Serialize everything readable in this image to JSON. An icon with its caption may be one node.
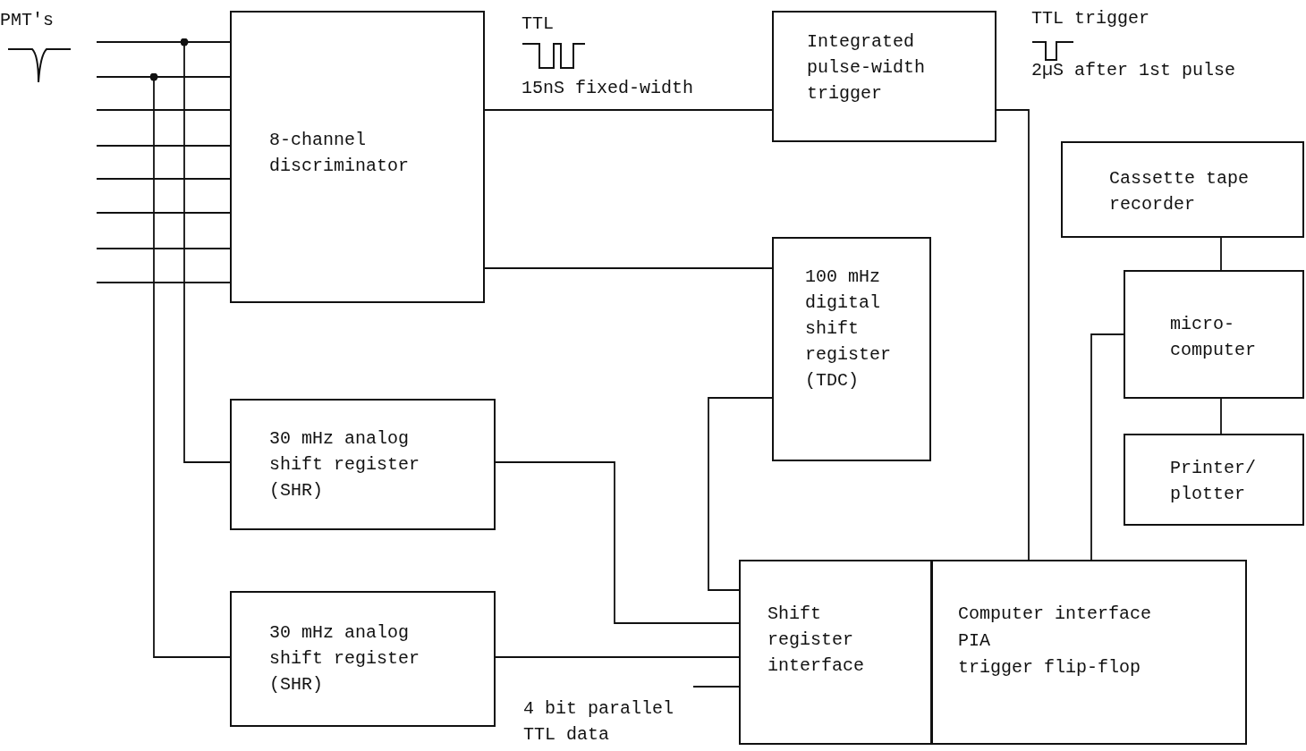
{
  "diagram": {
    "nodes": [
      {
        "text": [
          "8-channel discriminator"
        ]
      },
      {
        "text": [
          "Integrated pulse-width trigger"
        ]
      },
      {
        "text": [
          "Cassette tape recorder"
        ]
      },
      {
        "text": [
          "100 mHz digital shift register (TDC)"
        ]
      },
      {
        "text": [
          "micro- computer"
        ]
      },
      {
        "text": [
          "30 mHz analog shift register (SHR)"
        ]
      },
      {
        "text": [
          "Printer/ plotter"
        ]
      },
      {
        "text": [
          "Shift register interface"
        ]
      },
      {
        "text": [
          "Computer interface",
          "PIA",
          "trigger flip-flop"
        ]
      },
      {
        "text": [
          "30 mHz analog shift register (SHR)"
        ]
      }
    ],
    "edges": [
      {
        "from": null,
        "to": 0,
        "arrow": "none"
      },
      {
        "from": null,
        "to": 0,
        "arrow": "none"
      },
      {
        "from": null,
        "to": 0,
        "arrow": "none"
      },
      {
        "from": null,
        "to": 0,
        "arrow": "none"
      },
      {
        "from": null,
        "to": 0,
        "arrow": "none"
      },
      {
        "from": null,
        "to": 0,
        "arrow": "none"
      },
      {
        "from": null,
        "to": 0,
        "arrow": "none"
      },
      {
        "from": null,
        "to": 0,
        "arrow": "none"
      },
      {
        "from": null,
        "to": 5,
        "arrow": "other"
      },
      {
        "from": null,
        "to": 9,
        "arrow": "other"
      },
      {
        "from": 0,
        "to": 1,
        "arrow": "none"
      },
      {
        "from": 0,
        "to": 3,
        "arrow": "none"
      },
      {
        "from": 1,
        "to": 8,
        "arrow": "none"
      },
      {
        "from": 2,
        "to": 4,
        "arrow": "none"
      },
      {
        "from": 4,
        "to": 6,
        "arrow": "none"
      },
      {
        "from": 4,
        "to": 8,
        "arrow": "none"
      },
      {
        "from": 3,
        "to": 7,
        "arrow": "none"
      },
      {
        "from": 5,
        "to": 7,
        "arrow": "none"
      },
      {
        "from": 9,
        "to": 7,
        "arrow": "none"
      },
      {
        "from": null,
        "to": 7,
        "arrow": "none"
      }
    ],
    "labels": [
      "PMT's",
      "TTL",
      "15nS fixed-width",
      "TTL trigger",
      "2µS after 1st pulse",
      "4 bit parallel TTL data"
    ]
  }
}
